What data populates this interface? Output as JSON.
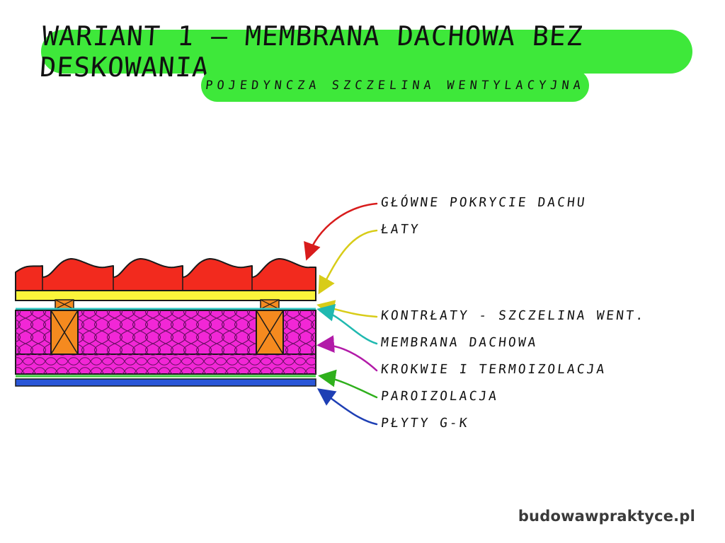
{
  "header": {
    "title": "WARIANT 1 – MEMBRANA DACHOWA BEZ DESKOWANIA",
    "subtitle": "POJEDYNCZA SZCZELINA WENTYLACYJNA"
  },
  "layers": [
    {
      "label": "GŁÓWNE POKRYCIE DACHU",
      "color": "#d81c1c",
      "fill": "#f22a1e"
    },
    {
      "label": "ŁATY",
      "color": "#e0d41a",
      "fill": "#fbf43a"
    },
    {
      "label": "KONTRŁATY - SZCZELINA WENT.",
      "color": "#e4cc1a",
      "fill": "#f58a1f"
    },
    {
      "label": "MEMBRANA DACHOWA",
      "color": "#20b9b0",
      "fill": "#2ec4c0"
    },
    {
      "label": "KROKWIE I TERMOIZOLACJA",
      "color": "#b21aa8",
      "fill": "#f227d6"
    },
    {
      "label": "PAROIZOLACJA",
      "color": "#2fb01c",
      "fill": "#3cc83a"
    },
    {
      "label": "PŁYTY G-K",
      "color": "#1e3fb4",
      "fill": "#2a56d8"
    }
  ],
  "footer": {
    "brand": "budowawpraktyce.pl"
  }
}
